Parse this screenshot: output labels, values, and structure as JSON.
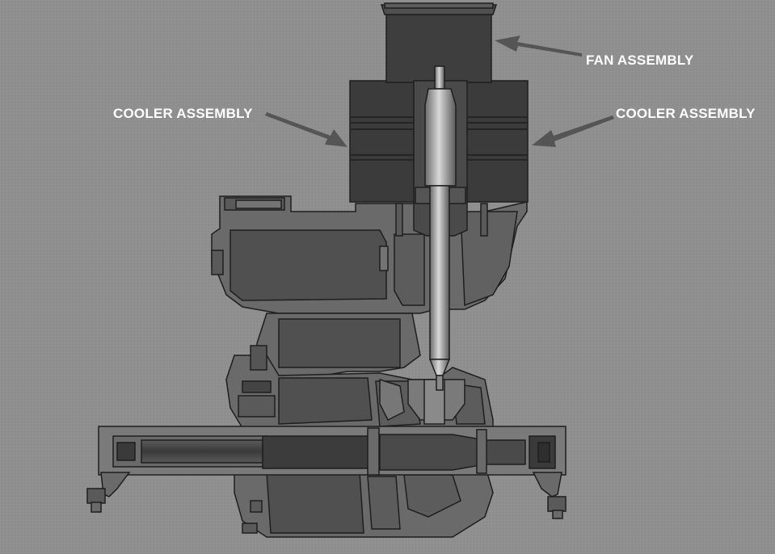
{
  "labels": {
    "fan_assembly": "FAN ASSEMBLY",
    "cooler_assembly_left": "COOLER ASSEMBLY",
    "cooler_assembly_right": "COOLER ASSEMBLY"
  },
  "colors": {
    "background": "#8f8f8f",
    "housing_fill": "#6e6e6e",
    "housing_dark": "#4a4a4a",
    "cooler_fill": "#3b3b3b",
    "shaft_fill": "#9a9a9a",
    "outline": "#1e1e1e",
    "callout_text": "#ffffff",
    "arrow": "#555555"
  }
}
